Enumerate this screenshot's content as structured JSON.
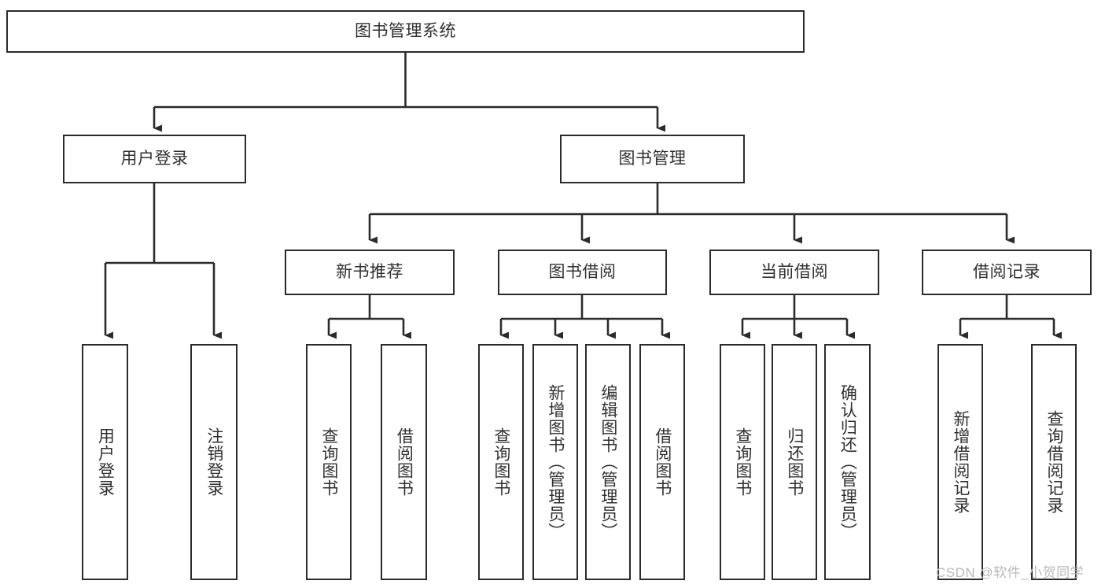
{
  "diagram": {
    "title": "图书管理系统",
    "watermark": "CSDN @软件_小贺同学",
    "colors": {
      "background": "#ffffff",
      "box_border": "#2b2b2b",
      "connector": "#2b2b2b",
      "text": "#303030",
      "watermark": "#b9b9b9"
    },
    "root": {
      "label": "图书管理系统"
    },
    "level2": [
      {
        "label": "用户登录"
      },
      {
        "label": "图书管理"
      }
    ],
    "level3": [
      {
        "label": "新书推荐"
      },
      {
        "label": "图书借阅"
      },
      {
        "label": "当前借阅"
      },
      {
        "label": "借阅记录"
      }
    ],
    "leaves": {
      "user_login": [
        {
          "label": "用户登录"
        },
        {
          "label": "注销登录"
        }
      ],
      "new_book_recommend": [
        {
          "label": "查询图书"
        },
        {
          "label": "借阅图书"
        }
      ],
      "book_borrow": [
        {
          "label": "查询图书"
        },
        {
          "label": "新增图书（管理员）"
        },
        {
          "label": "编辑图书（管理员）"
        },
        {
          "label": "借阅图书"
        }
      ],
      "current_borrow": [
        {
          "label": "查询图书"
        },
        {
          "label": "归还图书"
        },
        {
          "label": "确认归还（管理员）"
        }
      ],
      "borrow_record": [
        {
          "label": "新增借阅记录"
        },
        {
          "label": "查询借阅记录"
        }
      ]
    }
  }
}
